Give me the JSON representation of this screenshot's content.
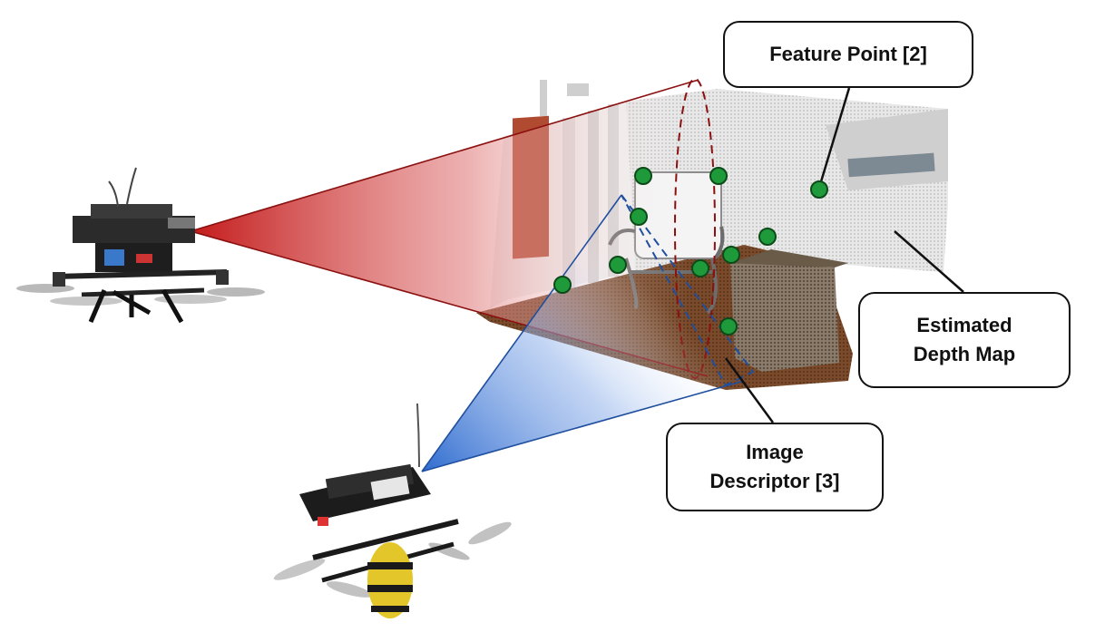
{
  "labels": {
    "feature_point": "Feature Point [2]",
    "depth_map": "Estimated\nDepth Map",
    "image_descriptor": "Image\nDescriptor [3]"
  },
  "colors": {
    "red_frustum": "#b81414",
    "blue_frustum": "#2e6bcf",
    "feature_point_fill": "#1f9a3a",
    "feature_point_stroke": "#0d4a1a",
    "callout_border": "#111111",
    "floor": "#6b4226",
    "wall": "#e4e4e4"
  },
  "icons": {
    "drone_large": "quadcopter-drone-icon",
    "drone_small": "nano-drone-icon",
    "point_cloud": "room-point-cloud-icon"
  }
}
